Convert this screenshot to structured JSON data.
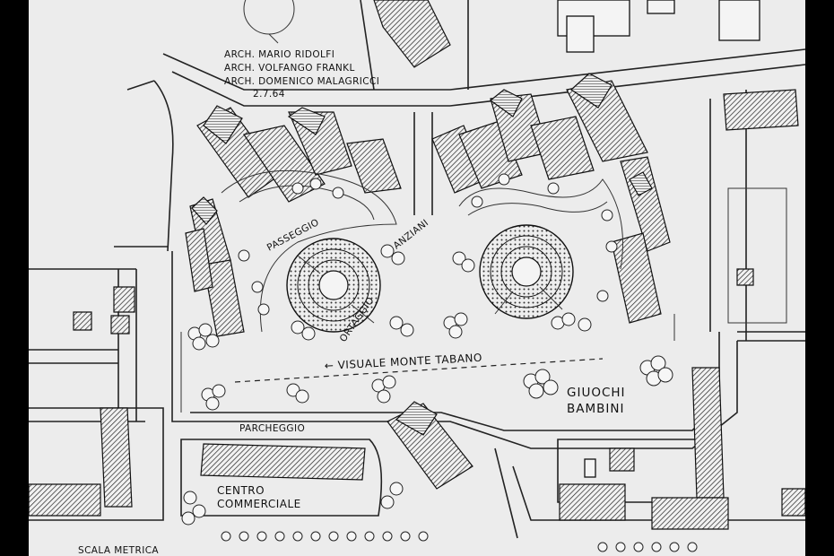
{
  "credits": {
    "line1": "ARCH. MARIO RIDOLFI",
    "line2": "ARCH. VOLFANGO FRANKL",
    "line3": "ARCH. DOMENICO MALAGRICCI",
    "date": "2.7.64"
  },
  "labels": {
    "passeggio": "PASSEGGIO",
    "anziani": "ANZIANI",
    "ortaggio": "ORTAGGIO",
    "visuale": "← VISUALE  MONTE TABANO",
    "giuochi": "GIUOCHI",
    "bambini": "BAMBINI",
    "parcheggio": "PARCHEGGIO",
    "centro": "CENTRO",
    "commerciale": "COMMERCIALE",
    "scala": "SCALA METRICA"
  }
}
